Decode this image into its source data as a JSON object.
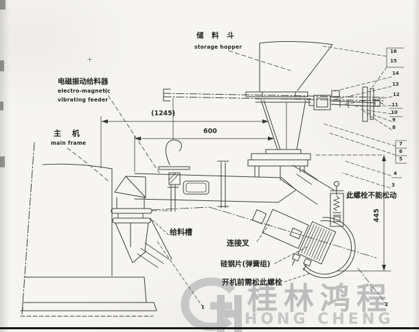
{
  "labels": {
    "storage_hopper_zh": "储 料 斗",
    "storage_hopper_en": "storage hopper",
    "feeder_zh": "电磁振动给料器",
    "feeder_en1": "electro-magnetic",
    "feeder_en2": "vibrating feeder",
    "main_frame_zh": "主 机",
    "main_frame_en": "main frame",
    "trough_zh": "给料槽",
    "fork_zh": "连接叉",
    "spring_zh": "硅钢片(弹簧组)",
    "loosen_before_start_zh": "开机前需松此螺栓",
    "do_not_loosen_zh": "此螺栓不能松动",
    "plus_mark": "+"
  },
  "dimensions": {
    "overall_width": "(1245)",
    "feeder_width": "600",
    "height": "445"
  },
  "callouts": {
    "c1": "1",
    "c2": "2",
    "c3": "3",
    "c4": "4",
    "c5": "5",
    "c6": "6",
    "c7": "7",
    "c8": "8",
    "c9": "9",
    "c10": "10",
    "c11": "11",
    "c12": "12",
    "c13": "13",
    "c14": "14",
    "c15": "15",
    "c16": "16"
  },
  "watermark": {
    "brand_zh": "桂林鸿程",
    "brand_en": "HONG CHENG",
    "logo_monogram": "GH",
    "color": "#bdbdbd"
  },
  "colors": {
    "ink": "#3b3b3b",
    "paper": "#f6f5f1",
    "bottom_border": "#161616"
  }
}
